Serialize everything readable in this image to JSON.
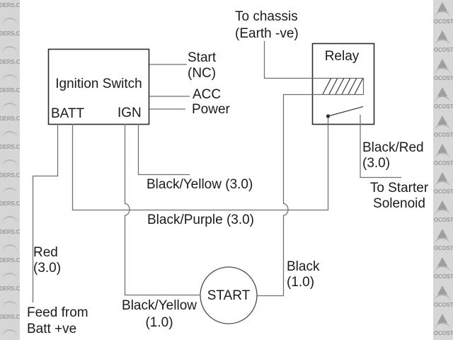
{
  "watermark": {
    "left_text": "DERS.C",
    "right_text": "OCOST",
    "repeats": 12
  },
  "ignition": {
    "title": "Ignition Switch",
    "batt": "BATT",
    "ign": "IGN"
  },
  "pins": {
    "start": "Start",
    "start_note": "(NC)",
    "acc": "ACC",
    "power": "Power"
  },
  "relay": {
    "title": "Relay"
  },
  "start_node": {
    "label": "START"
  },
  "wires": {
    "black_yellow_30": "Black/Yellow (3.0)",
    "black_purple_30": "Black/Purple (3.0)",
    "black_red": "Black/Red",
    "black_red_size": "(3.0)",
    "red": "Red",
    "red_size": "(3.0)",
    "black_yellow_10": "Black/Yellow",
    "black_yellow_10_size": "(1.0)",
    "black": "Black",
    "black_size": "(1.0)"
  },
  "notes": {
    "to_chassis": "To chassis",
    "to_chassis_note": "(Earth -ve)",
    "to_starter_1": "To Starter",
    "to_starter_2": "Solenoid",
    "feed_1": "Feed from",
    "feed_2": "Batt +ve"
  },
  "colors": {
    "wire": "#6f6f6f",
    "outline": "#2c2c2c",
    "text": "#1b1b1b",
    "watermark_bg": "#d6d6d6",
    "watermark_text": "#9b9b9b"
  }
}
